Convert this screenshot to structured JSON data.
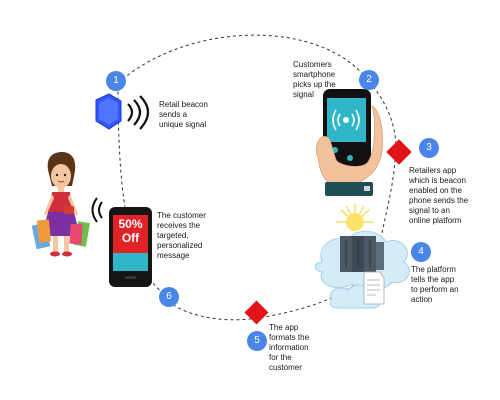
{
  "colors": {
    "step_blue": "#4a86e8",
    "diamond_red": "#e3131b",
    "hexagon_blue": "#3c5ef5",
    "phone_teal": "#2fb7c9",
    "promo_red": "#e32227"
  },
  "steps": [
    {
      "number": "1",
      "lines": [
        "Retail beacon",
        "sends a",
        "unique signal"
      ]
    },
    {
      "number": "2",
      "lines": [
        "Customers",
        "smartphone",
        "picks up the",
        "signal"
      ]
    },
    {
      "number": "3",
      "lines": [
        "Retailers app",
        "which is beacon",
        "enabled on the",
        "phone sends the",
        "signal to an",
        "online platform"
      ]
    },
    {
      "number": "4",
      "lines": [
        "The platform",
        "tells the app",
        "to perform an",
        "action"
      ]
    },
    {
      "number": "5",
      "lines": [
        "The app",
        "formats the",
        "information",
        "for the",
        "customer"
      ]
    },
    {
      "number": "6",
      "lines": [
        "The customer",
        "receives the",
        "targeted,",
        "personalized",
        "message"
      ]
    }
  ],
  "promo": {
    "line1": "50%",
    "line2": "Off"
  },
  "icons": {
    "beacon": "hexagon-beacon-icon",
    "smartphone": "hand-holding-phone-icon",
    "cloud": "cloud-server-icon",
    "customer": "shopper-woman-icon"
  }
}
